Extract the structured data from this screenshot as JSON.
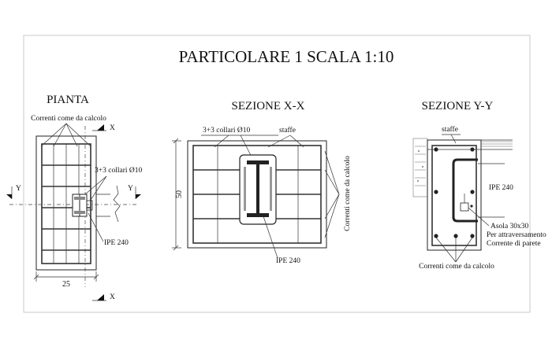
{
  "title": "PARTICOLARE 1 SCALA 1:10",
  "views": {
    "pianta": {
      "heading": "PIANTA",
      "label_correnti": "Correnti come da calcolo",
      "label_collari": "3+3 collari Ø10",
      "label_ipe": "IPE 240",
      "label_x": "X",
      "label_y": "Y",
      "dim_25": "25"
    },
    "sezione_xx": {
      "heading": "SEZIONE X-X",
      "label_collari": "3+3 collari Ø10",
      "label_staffe": "staffe",
      "label_ipe": "IPE 240",
      "label_correnti": "Correnti come da calcolo",
      "dim_50": "50"
    },
    "sezione_yy": {
      "heading": "SEZIONE Y-Y",
      "label_staffe": "staffe",
      "label_ipe": "IPE 240",
      "label_asola": "Asola 30x30",
      "label_attraversamento": "Per attraversamento",
      "label_corrente_parete": "Corrente di parete",
      "label_correnti": "Correnti come da calcolo"
    }
  }
}
